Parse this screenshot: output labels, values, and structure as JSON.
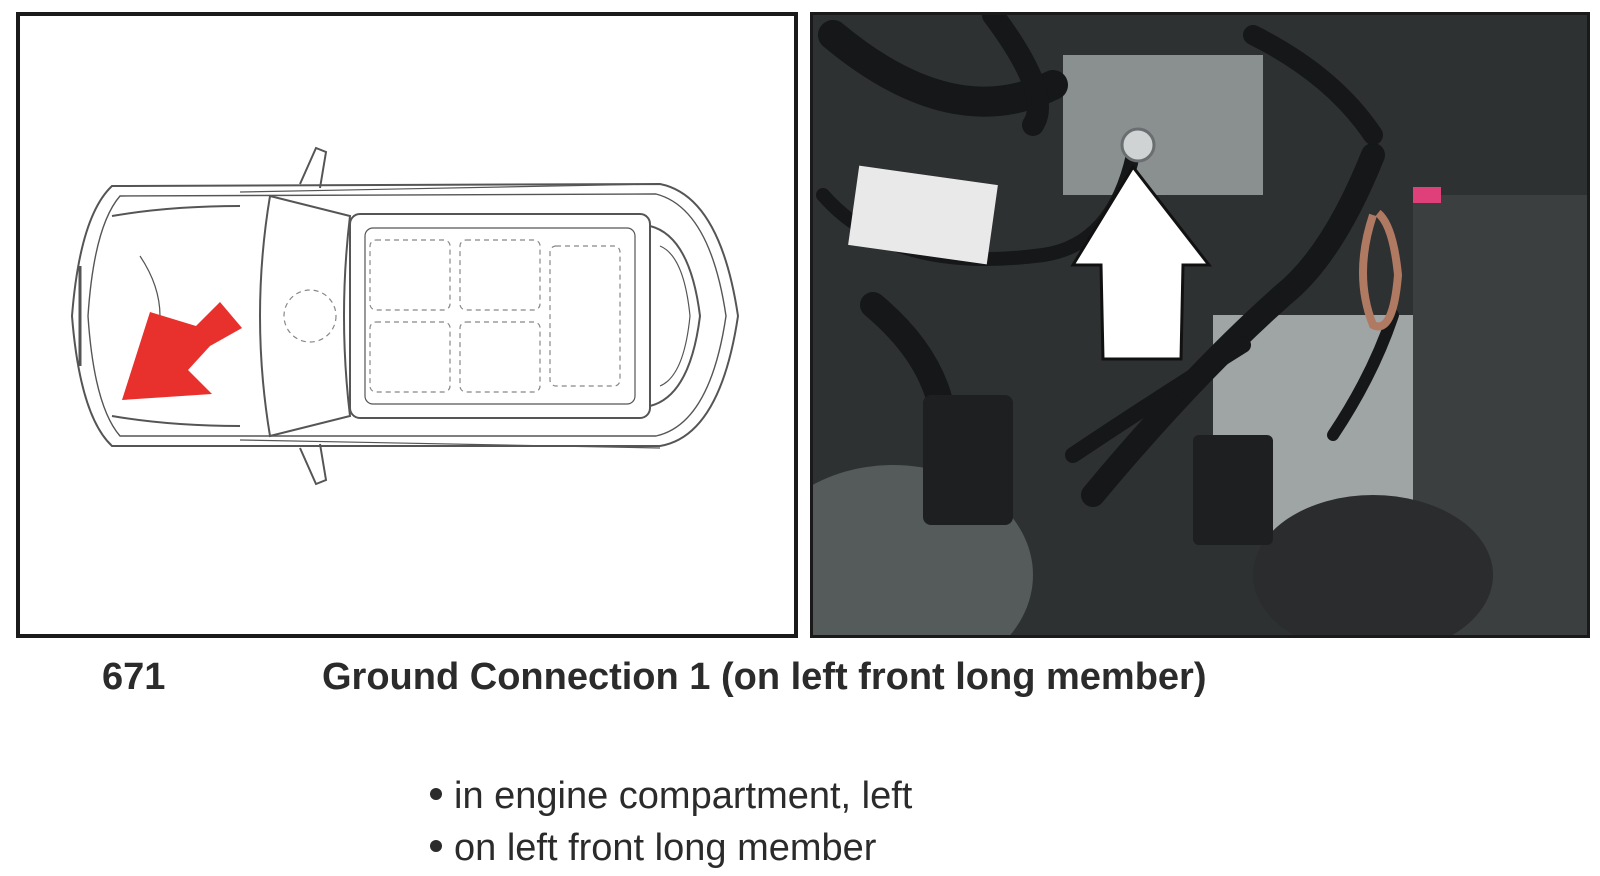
{
  "component": {
    "number": "671",
    "title": "Ground Connection 1 (on left front long member)"
  },
  "locations": [
    "in engine compartment, left",
    "on left front long member"
  ],
  "photo_label_text": "",
  "colors": {
    "arrow_red": "#e8302c",
    "line_art": "#555555",
    "photo_dark": "#2a2d2e",
    "text": "#2b2b2b"
  },
  "icons": {
    "locator_arrow": "red-arrow-icon",
    "photo_arrow": "white-arrow-icon"
  }
}
